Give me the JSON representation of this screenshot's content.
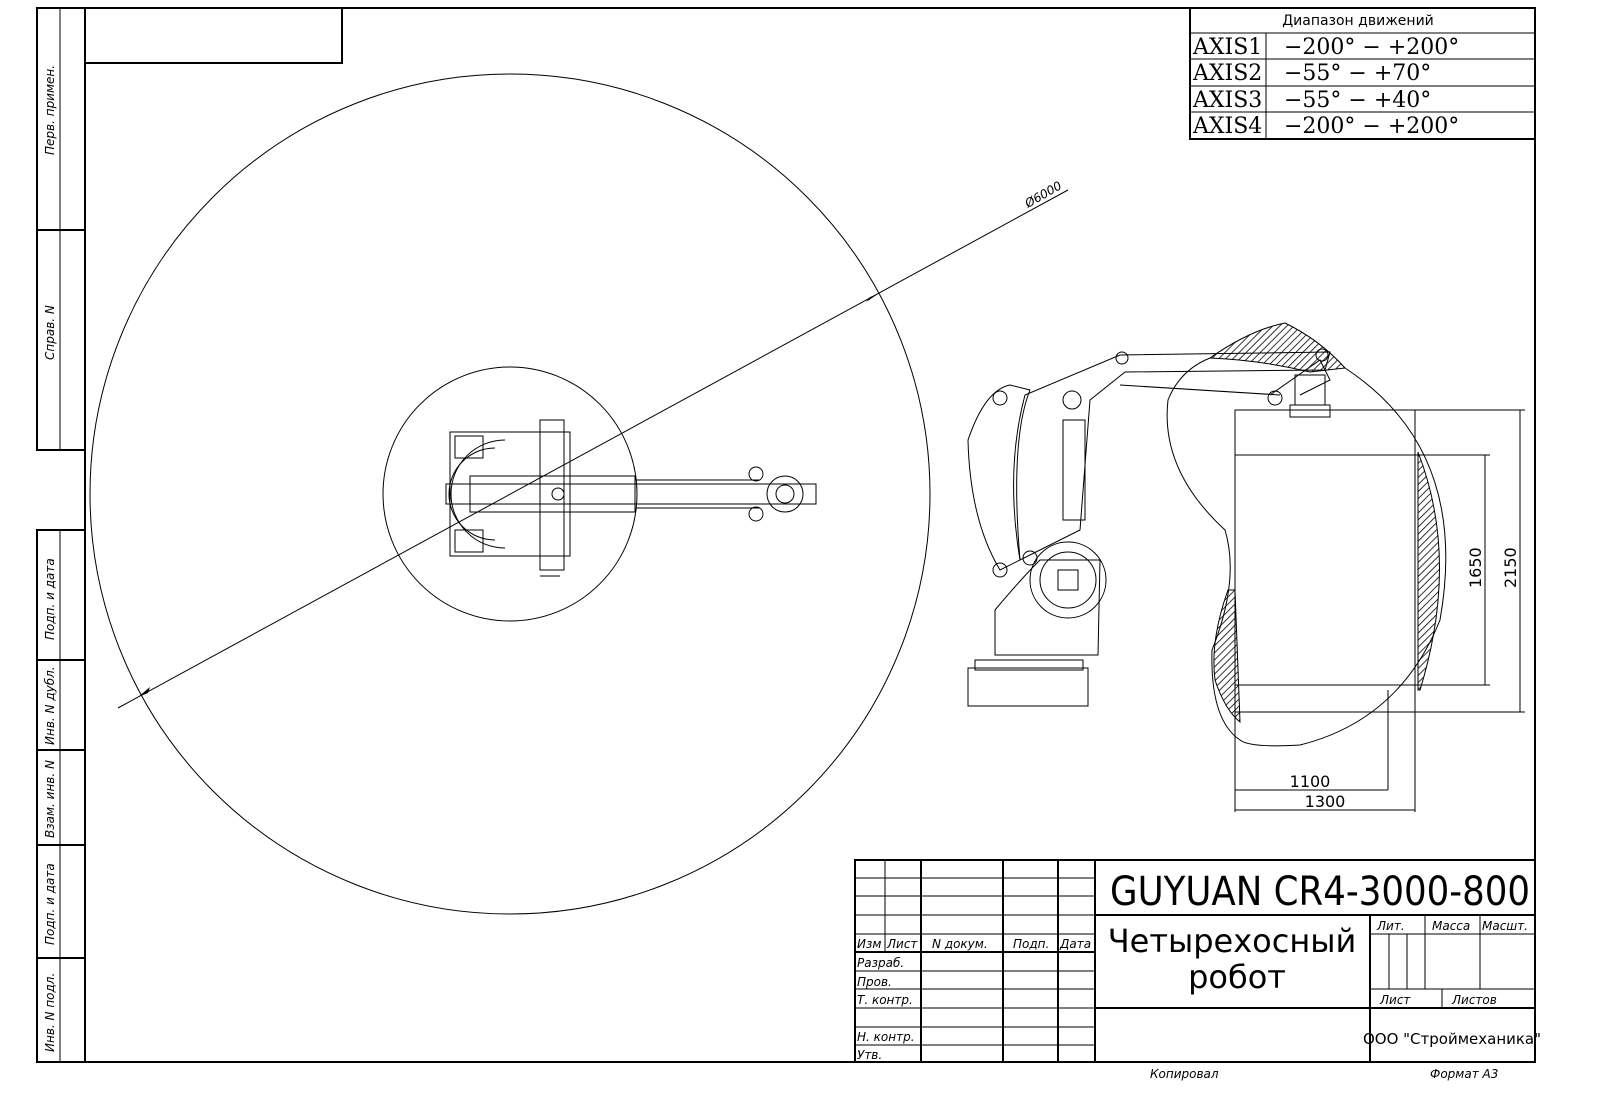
{
  "side_strip": {
    "perv_primen": "Перв. примен.",
    "sprav_n": "Справ. N",
    "podp_data_1": "Подп. и дата",
    "inv_n_dubl": "Инв. N дубл.",
    "vzam_inv_n": "Взам. инв. N",
    "podp_data_2": "Подп. и дата",
    "inv_n_podl": "Инв. N подл."
  },
  "motion_table": {
    "title": "Диапазон движений",
    "rows": [
      {
        "axis": "AXIS1",
        "range": "−200°  −  +200°"
      },
      {
        "axis": "AXIS2",
        "range": "−55°  −  +70°"
      },
      {
        "axis": "AXIS3",
        "range": "−55°  −  +40°"
      },
      {
        "axis": "AXIS4",
        "range": "−200°  −  +200°"
      }
    ]
  },
  "dimensions": {
    "diameter": "Ø6000",
    "width_1100": "1100",
    "width_1300": "1300",
    "height_1650": "1650",
    "height_2150": "2150"
  },
  "title_block": {
    "model": "GUYUAN CR4-3000-800",
    "name_line1": "Четырехосный",
    "name_line2": "робот",
    "col_izm": "Изм",
    "col_list": "Лист",
    "col_n_dokum": "N докум.",
    "col_podp": "Подп.",
    "col_data": "Дата",
    "razrab": "Разраб.",
    "prov": "Пров.",
    "t_kontr": "Т. контр.",
    "n_kontr": "Н. контр.",
    "utv": "Утв.",
    "lit": "Лит.",
    "massa": "Масса",
    "masshtab": "Масшт.",
    "list": "Лист",
    "listov": "Листов",
    "company": "ООО \"Строймеханика\"",
    "kopiroval": "Копировал",
    "format": "Формат А3"
  }
}
